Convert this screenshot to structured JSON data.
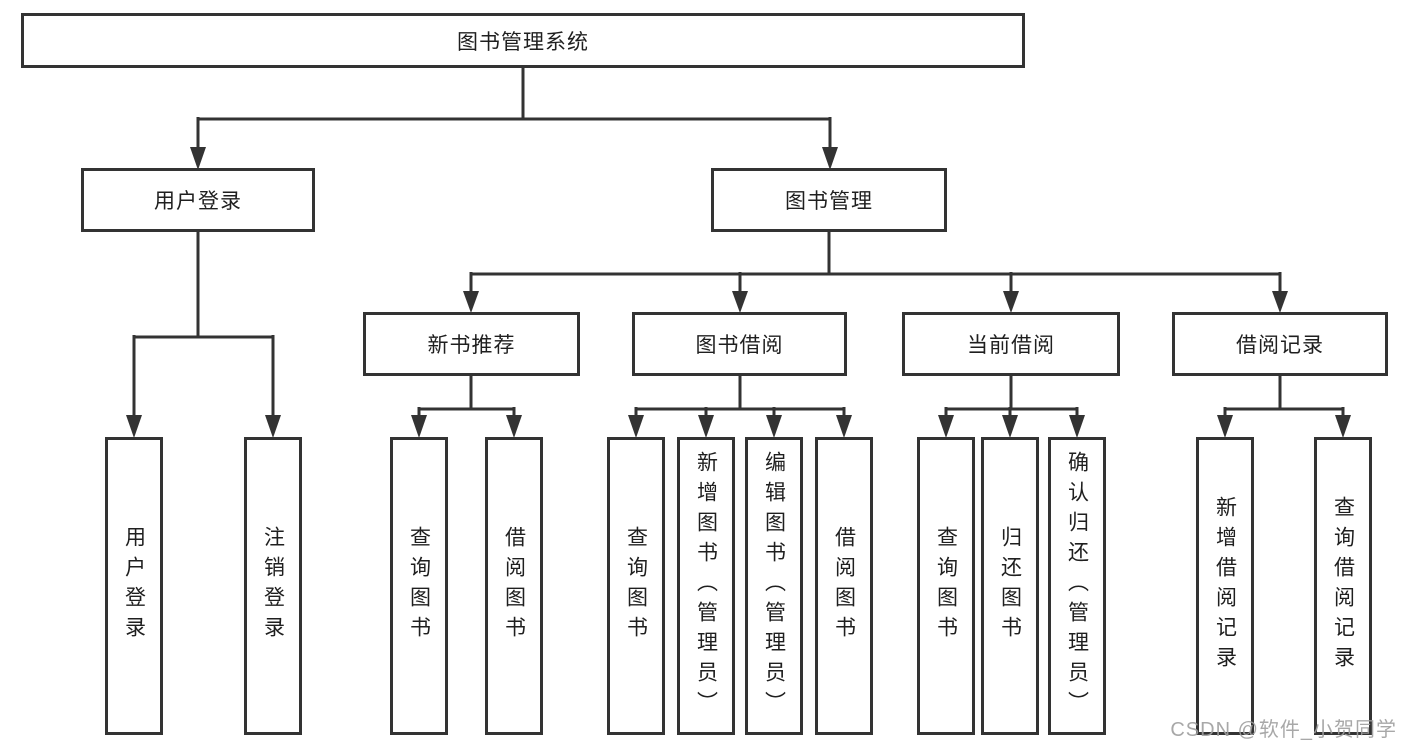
{
  "diagram": {
    "title": "图书管理系统",
    "line_color": "#333333",
    "box_background": "#ffffff",
    "text_color": "#1f1f1f",
    "tree": {
      "label": "图书管理系统",
      "children": [
        {
          "label": "用户登录",
          "children": [
            {
              "label": "用户登录"
            },
            {
              "label": "注销登录"
            }
          ]
        },
        {
          "label": "图书管理",
          "children": [
            {
              "label": "新书推荐",
              "children": [
                {
                  "label": "查询图书"
                },
                {
                  "label": "借阅图书"
                }
              ]
            },
            {
              "label": "图书借阅",
              "children": [
                {
                  "label": "查询图书"
                },
                {
                  "label": "新增图书（管理员）"
                },
                {
                  "label": "编辑图书（管理员）"
                },
                {
                  "label": "借阅图书"
                }
              ]
            },
            {
              "label": "当前借阅",
              "children": [
                {
                  "label": "查询图书"
                },
                {
                  "label": "归还图书"
                },
                {
                  "label": "确认归还（管理员）"
                }
              ]
            },
            {
              "label": "借阅记录",
              "children": [
                {
                  "label": "新增借阅记录"
                },
                {
                  "label": "查询借阅记录"
                }
              ]
            }
          ]
        }
      ]
    }
  },
  "watermark": {
    "text": "CSDN @软件_小贺同学",
    "color": "#9e9e9e"
  }
}
